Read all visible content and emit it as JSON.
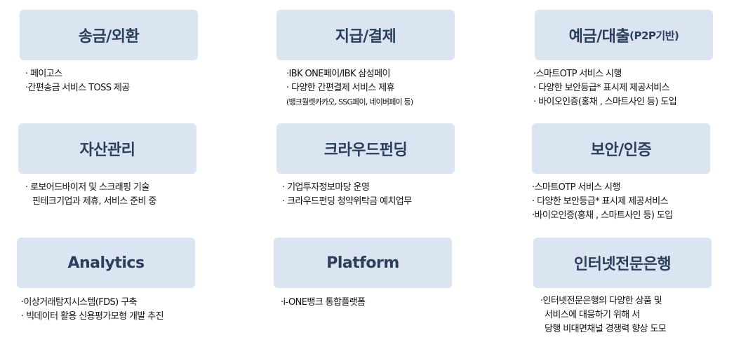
{
  "categories": [
    {
      "title": "송금/외환",
      "suffix": "",
      "items": [
        "· 페이고스",
        "·간편송금 서비스 TOSS 제공"
      ]
    },
    {
      "title": "지급/결제",
      "suffix": "",
      "items": [
        "·IBK ONE페이/IBK 삼성페이",
        "· 다양한 간편결제 서비스 제휴",
        "(뱅크월렛카카오, SSG페이, 네이버페이 등)"
      ]
    },
    {
      "title": "예금/대출",
      "suffix": "(P2P기반)",
      "items": [
        "·스마트OTP 서비스 시행",
        "· 다양한 보안등급* 표시제 제공서비스",
        "· 바이오인증(홍채 , 스마트사인 등) 도입"
      ]
    },
    {
      "title": "자산관리",
      "suffix": "",
      "items": [
        "· 로보어드바이저 및 스크래핑 기술",
        "핀테크기업과 제휴, 서비스 준비 중"
      ]
    },
    {
      "title": "크라우드펀딩",
      "suffix": "",
      "items": [
        "· 기업투자정보마당 운영",
        "· 크라우드펀딩 청약위탁금 예치업무"
      ]
    },
    {
      "title": "보안/인증",
      "suffix": "",
      "items": [
        "·스마트OTP 서비스 시행",
        "· 다양한 보안등급* 표시제 제공서비스",
        "·바이오인증(홍채 , 스마트사인 등) 도입"
      ]
    },
    {
      "title": "Analytics",
      "suffix": "",
      "items": [
        "·이상거래탐지시스템(FDS) 구축",
        "· 빅데이터 활용 신용평가모형 개발 추진"
      ]
    },
    {
      "title": "Platform",
      "suffix": "",
      "items": [
        "·i-ONE뱅크 통합플랫폼"
      ]
    },
    {
      "title": "인터넷전문은행",
      "suffix": "",
      "items": [
        "·인터넷전문은행의 다양한 상품 및",
        "서비스에 대응하기 위해 서",
        "당행 비대면채널 경쟁력 향상 도모"
      ]
    }
  ]
}
